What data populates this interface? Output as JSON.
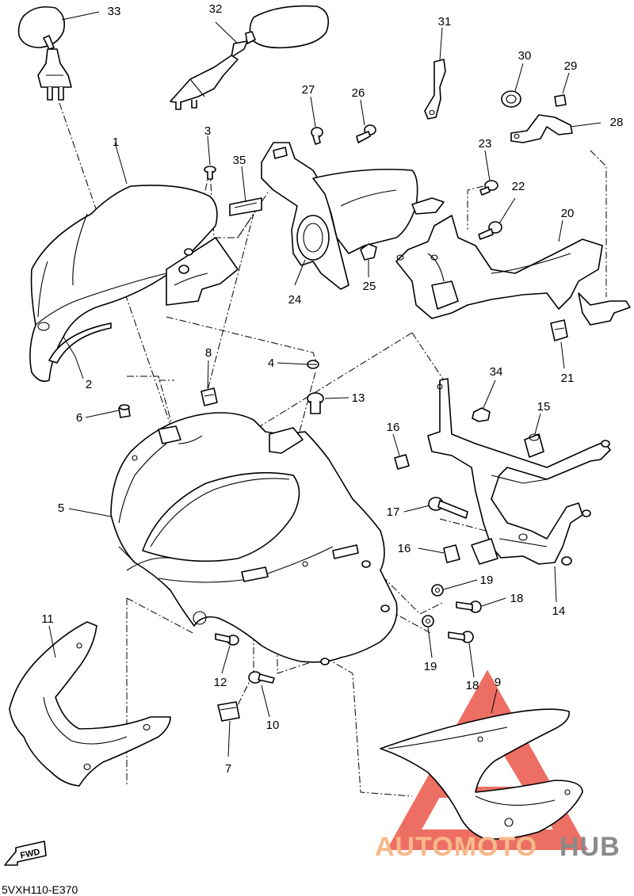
{
  "diagram_code": "5VXH110-E370",
  "fwd_label": "FWD",
  "watermark": {
    "brand_part1": "AUTOMOTO",
    "brand_part2": "HUB",
    "accent_color": "#e8402f",
    "secondary_color": "#8a8a8a"
  },
  "callouts": [
    {
      "id": "1"
    },
    {
      "id": "2"
    },
    {
      "id": "3"
    },
    {
      "id": "4"
    },
    {
      "id": "5"
    },
    {
      "id": "6"
    },
    {
      "id": "7"
    },
    {
      "id": "8"
    },
    {
      "id": "9"
    },
    {
      "id": "10"
    },
    {
      "id": "11"
    },
    {
      "id": "12"
    },
    {
      "id": "13"
    },
    {
      "id": "14"
    },
    {
      "id": "15"
    },
    {
      "id": "16"
    },
    {
      "id": "16"
    },
    {
      "id": "17"
    },
    {
      "id": "18"
    },
    {
      "id": "18"
    },
    {
      "id": "19"
    },
    {
      "id": "19"
    },
    {
      "id": "20"
    },
    {
      "id": "21"
    },
    {
      "id": "22"
    },
    {
      "id": "23"
    },
    {
      "id": "24"
    },
    {
      "id": "25"
    },
    {
      "id": "26"
    },
    {
      "id": "27"
    },
    {
      "id": "28"
    },
    {
      "id": "29"
    },
    {
      "id": "30"
    },
    {
      "id": "31"
    },
    {
      "id": "32"
    },
    {
      "id": "33"
    },
    {
      "id": "34"
    },
    {
      "id": "35"
    }
  ]
}
